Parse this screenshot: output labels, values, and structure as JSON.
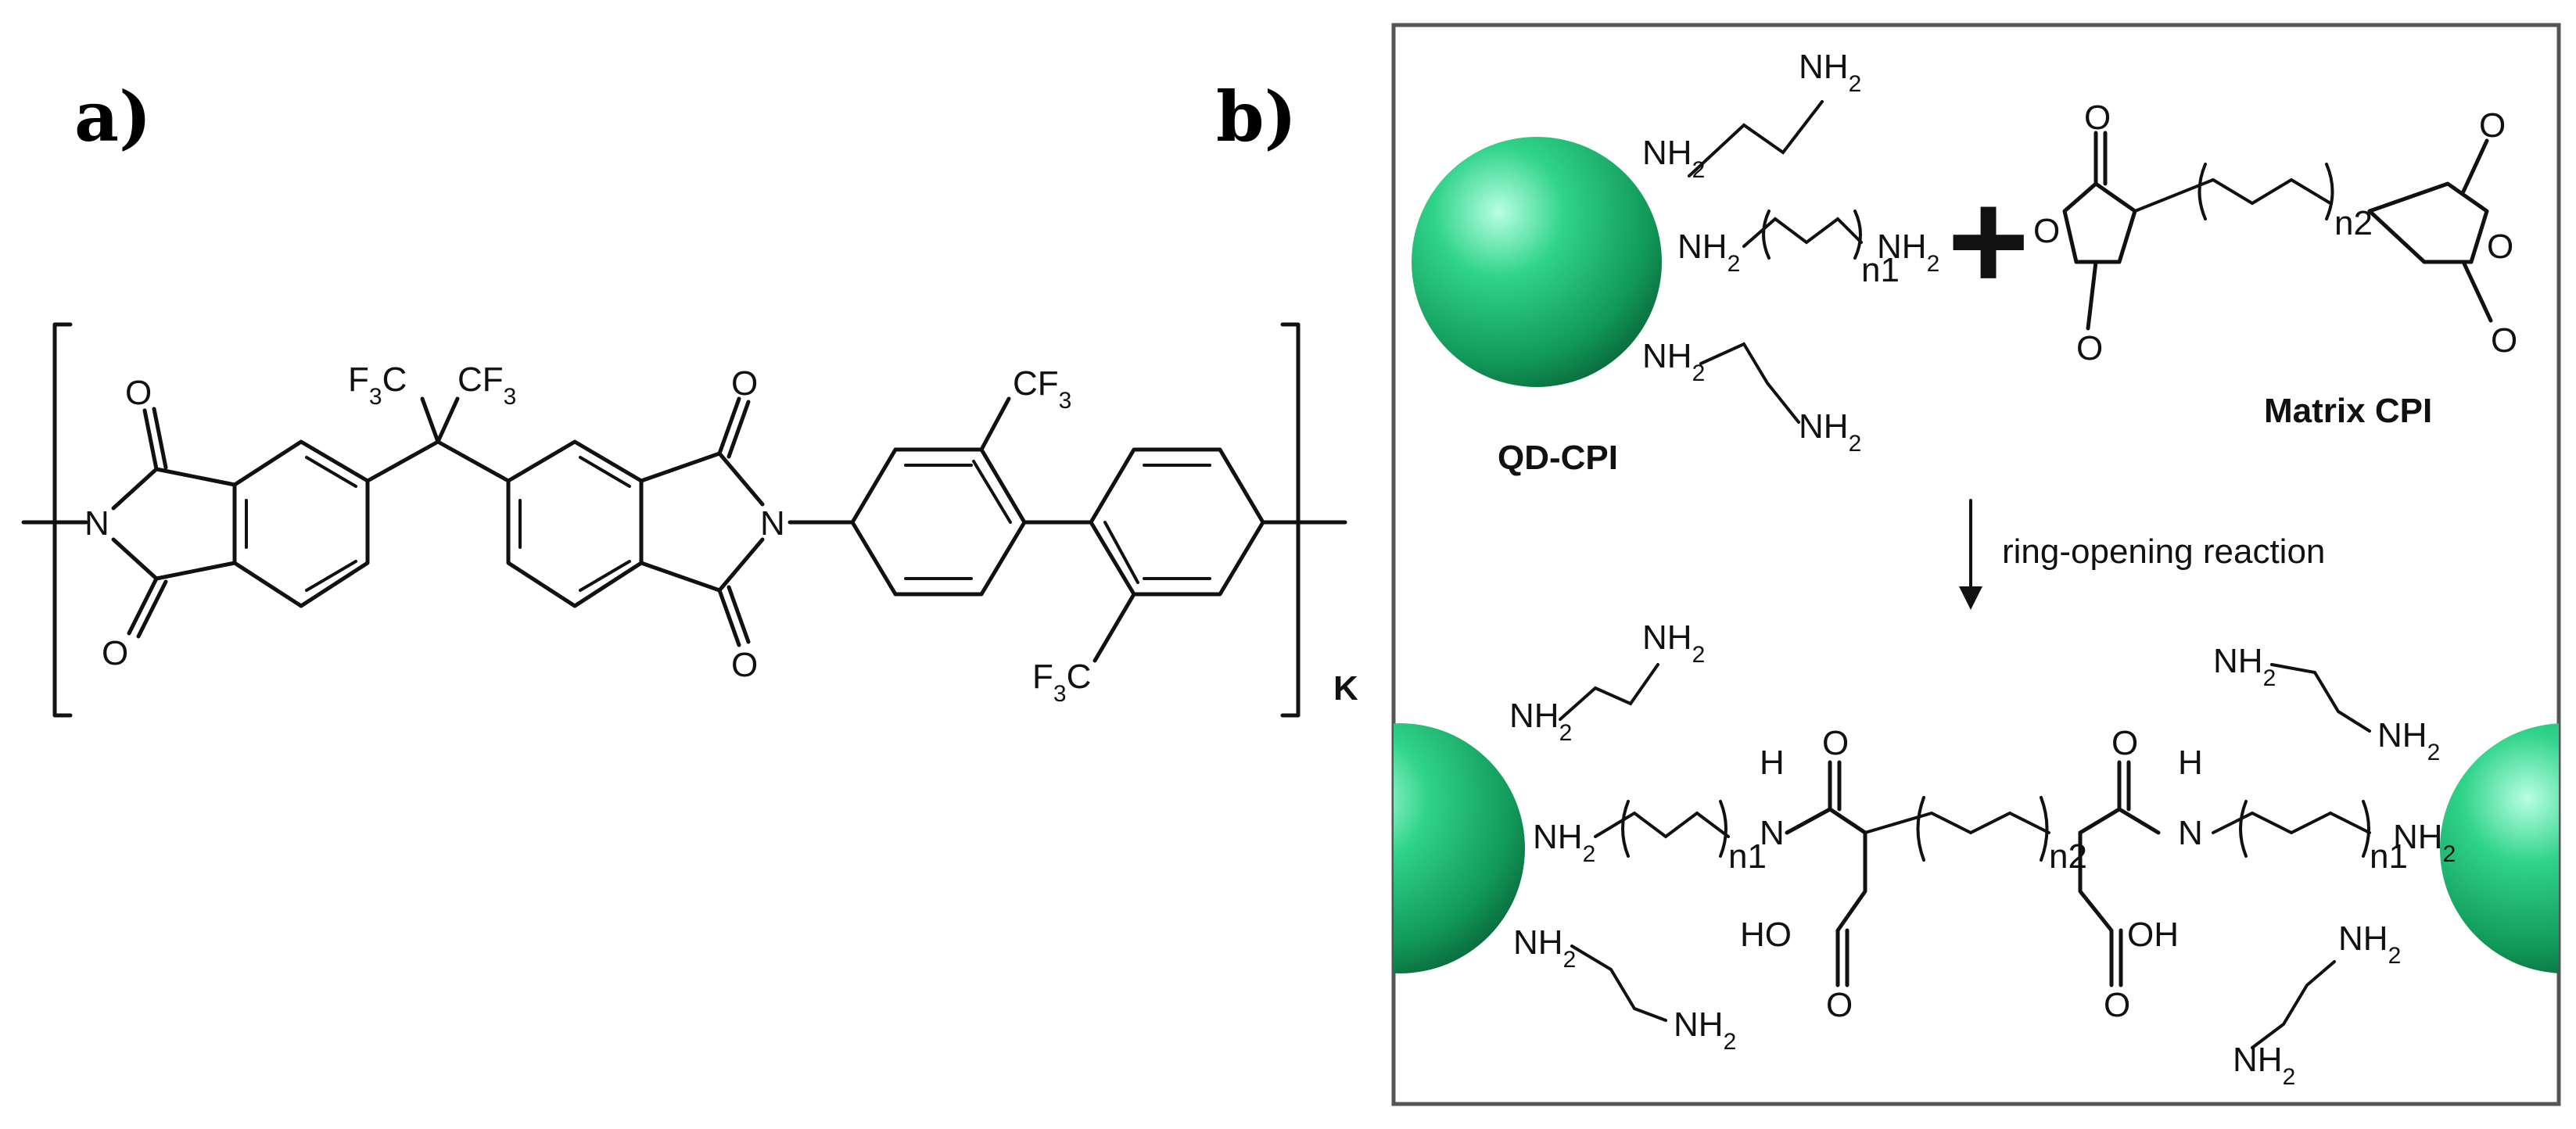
{
  "panels": {
    "a": {
      "label": "a)",
      "repeat_subscript": "K"
    },
    "b": {
      "label": "b)"
    }
  },
  "atoms": {
    "N": "N",
    "O": "O",
    "H": "H",
    "HO": "HO",
    "OH": "OH",
    "CF3": "CF3",
    "F3C": "F3C",
    "NH2": "NH2"
  },
  "labels": {
    "qd_cpi": "QD-CPI",
    "matrix_cpi": "Matrix CPI",
    "plus": "+",
    "reaction": "ring-opening reaction",
    "n1": "n1",
    "n2": "n2"
  },
  "colors": {
    "sphere_light": "#8ef0c0",
    "sphere_mid": "#1fbf78",
    "sphere_dark": "#0a6e3e",
    "frame": "#555555"
  }
}
